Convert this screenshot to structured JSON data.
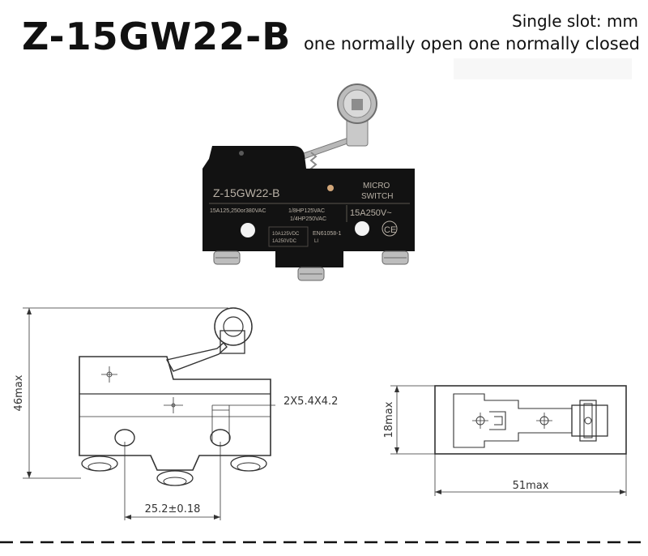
{
  "header": {
    "model": "Z-15GW22-B",
    "slot_note": "Single slot: mm",
    "contact_spec": "one normally open one normally closed"
  },
  "photo": {
    "model_print": "Z-15GW22-B",
    "brand_line1": "MICRO",
    "brand_line2": "SWITCH",
    "rating_1": "15A125,250or380VAC",
    "rating_2": "1/8HP125VAC",
    "rating_3": "1/4HP250VAC",
    "rating_main": "15A250V~",
    "dc_1": "10A125VDC",
    "dc_2": "1A250VDC",
    "standard": "EN61058-1",
    "standard_sub": "LI",
    "ce_mark": "CE"
  },
  "drawing_front": {
    "height_label": "46max",
    "hole_label": "2X5.4X4.2",
    "pitch_label": "25.2±0.18"
  },
  "drawing_top": {
    "height_label": "18max",
    "length_label": "51max"
  },
  "colors": {
    "body": "#121212",
    "text": "#111111",
    "line": "#333333",
    "photo_print": "#b9b1a6"
  }
}
